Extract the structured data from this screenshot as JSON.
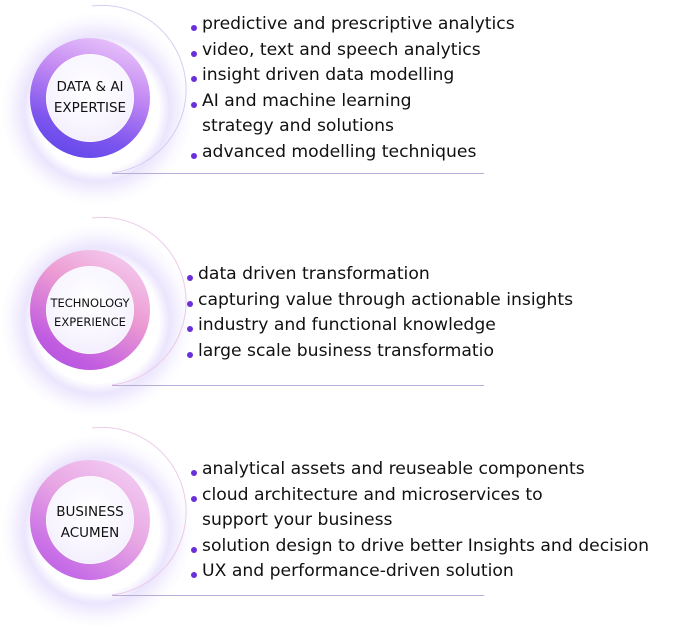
{
  "sections": [
    {
      "label": "DATA & AI\nEXPERTISE",
      "items": [
        "predictive and prescriptive analytics",
        "video, text and speech analytics",
        "insight driven data modelling",
        "AI and machine learning\nstrategy and solutions",
        "advanced modelling techniques"
      ]
    },
    {
      "label": "TECHNOLOGY\nEXPERIENCE",
      "items": [
        "data driven transformation",
        "capturing value through actionable insights",
        "industry and functional knowledge",
        "large scale business transformatio"
      ]
    },
    {
      "label": "BUSINESS\nACUMEN",
      "items": [
        "analytical assets and reuseable components",
        "cloud architecture and microservices to\nsupport your business",
        "solution design to drive better Insights and decision",
        "UX and performance-driven solution"
      ]
    }
  ],
  "colors": {
    "bullet": "#6a2fd8",
    "divider": "#b7aed8"
  }
}
